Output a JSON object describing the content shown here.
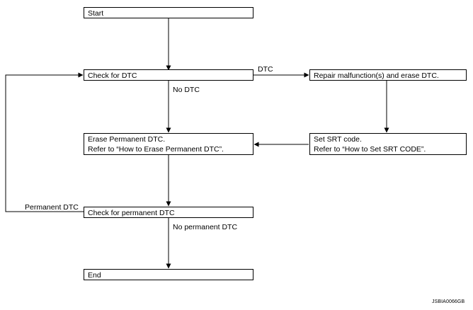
{
  "nodes": {
    "start": "Start",
    "check_dtc": "Check for DTC",
    "repair": "Repair malfunction(s) and erase DTC.",
    "erase_perm_line1": "Erase Permanent DTC.",
    "erase_perm_line2": "Refer to “How to Erase Permanent DTC”.",
    "set_srt_line1": "Set SRT code.",
    "set_srt_line2": "Refer to “How to Set SRT CODE”.",
    "check_perm": "Check for permanent DTC",
    "end": "End"
  },
  "edges": {
    "dtc": "DTC",
    "no_dtc": "No DTC",
    "permanent_dtc": "Permanent DTC",
    "no_permanent_dtc": "No permanent DTC"
  },
  "reference_code": "JSBIA0066GB"
}
